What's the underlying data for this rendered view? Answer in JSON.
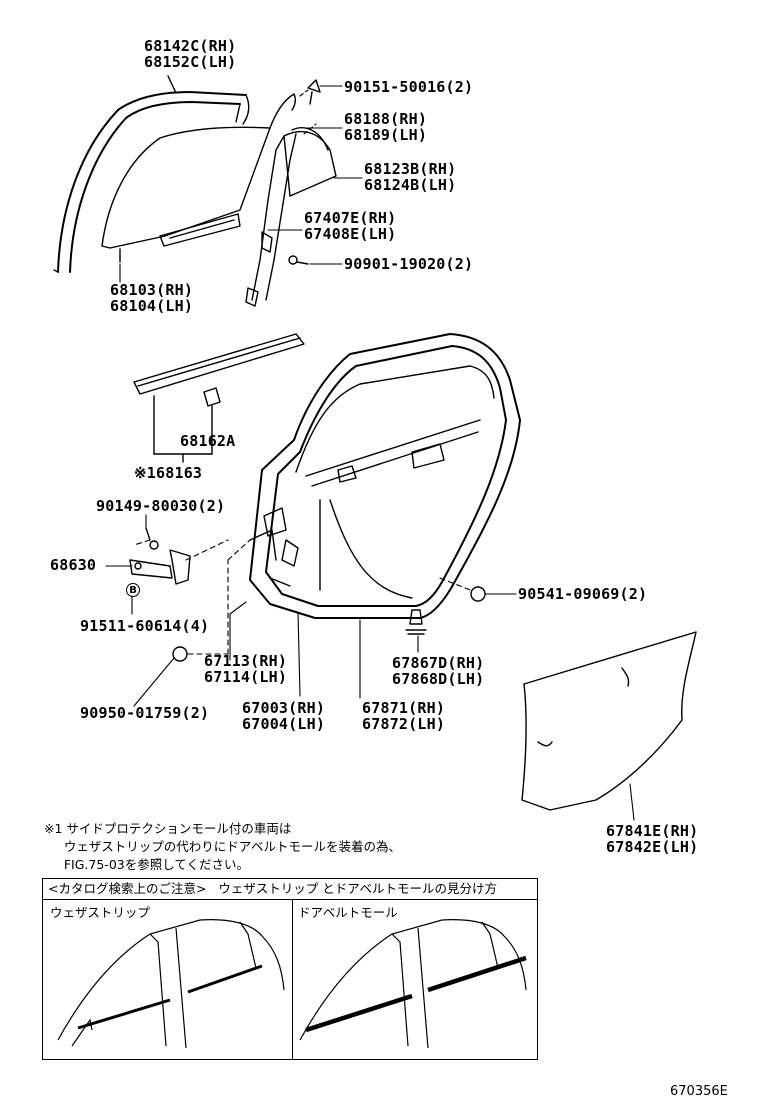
{
  "parts": {
    "p68142c": "68142C(RH)",
    "p68152c": "68152C(LH)",
    "p90151": "90151-50016(2)",
    "p68188": "68188(RH)",
    "p68189": "68189(LH)",
    "p68123b": "68123B(RH)",
    "p68124b": "68124B(LH)",
    "p67407e": "67407E(RH)",
    "p67408e": "67408E(LH)",
    "p90901": "90901-19020(2)",
    "p68103": "68103(RH)",
    "p68104": "68104(LH)",
    "p68162a": "68162A",
    "p168163": "※168163",
    "p90149": "90149-80030(2)",
    "p68630": "68630",
    "p91511": "91511-60614(4)",
    "p90541": "90541-09069(2)",
    "p67113": "67113(RH)",
    "p67114": "67114(LH)",
    "p67867d": "67867D(RH)",
    "p67868d": "67868D(LH)",
    "p90950": "90950-01759(2)",
    "p67003": "67003(RH)",
    "p67004": "67004(LH)",
    "p67871": "67871(RH)",
    "p67872": "67872(LH)",
    "p67841e": "67841E(RH)",
    "p67842e": "67842E(LH)",
    "badge_b": "B"
  },
  "note": {
    "line1": "※1 サイドプロテクションモール付の車両は",
    "line2": "     ウェザストリップの代わりにドアベルトモールを装着の為、",
    "line3": "     FIG.75-03を参照してください。"
  },
  "catalog_box": {
    "header": "<カタログ検索上のご注意>   ウェザストリップ とドアベルトモールの見分け方",
    "left_caption": "ウェザストリップ",
    "right_caption": "ドアベルトモール"
  },
  "figure_code": "670356E"
}
